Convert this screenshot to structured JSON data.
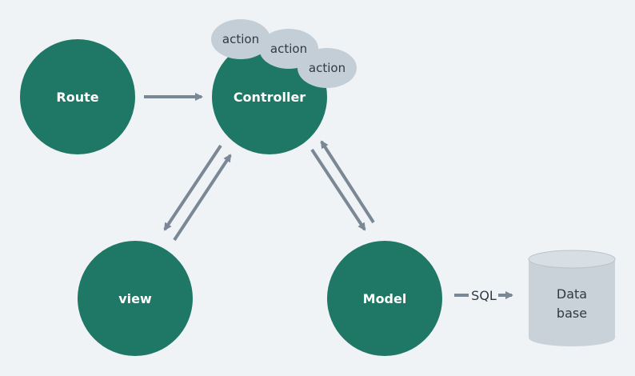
{
  "colors": {
    "background": "#f0f3f6",
    "node_fill": "#1f7866",
    "bubble_fill": "#c3ced7",
    "arrow": "#7a8794",
    "database_fill": "#c9d1d9"
  },
  "nodes": {
    "route": {
      "label": "Route"
    },
    "controller": {
      "label": "Controller"
    },
    "view": {
      "label": "view"
    },
    "model": {
      "label": "Model"
    }
  },
  "actions": [
    "action",
    "action",
    "action"
  ],
  "edges": {
    "model_to_database": {
      "label": "SQL"
    }
  },
  "database": {
    "line1": "Data",
    "line2": "base"
  }
}
